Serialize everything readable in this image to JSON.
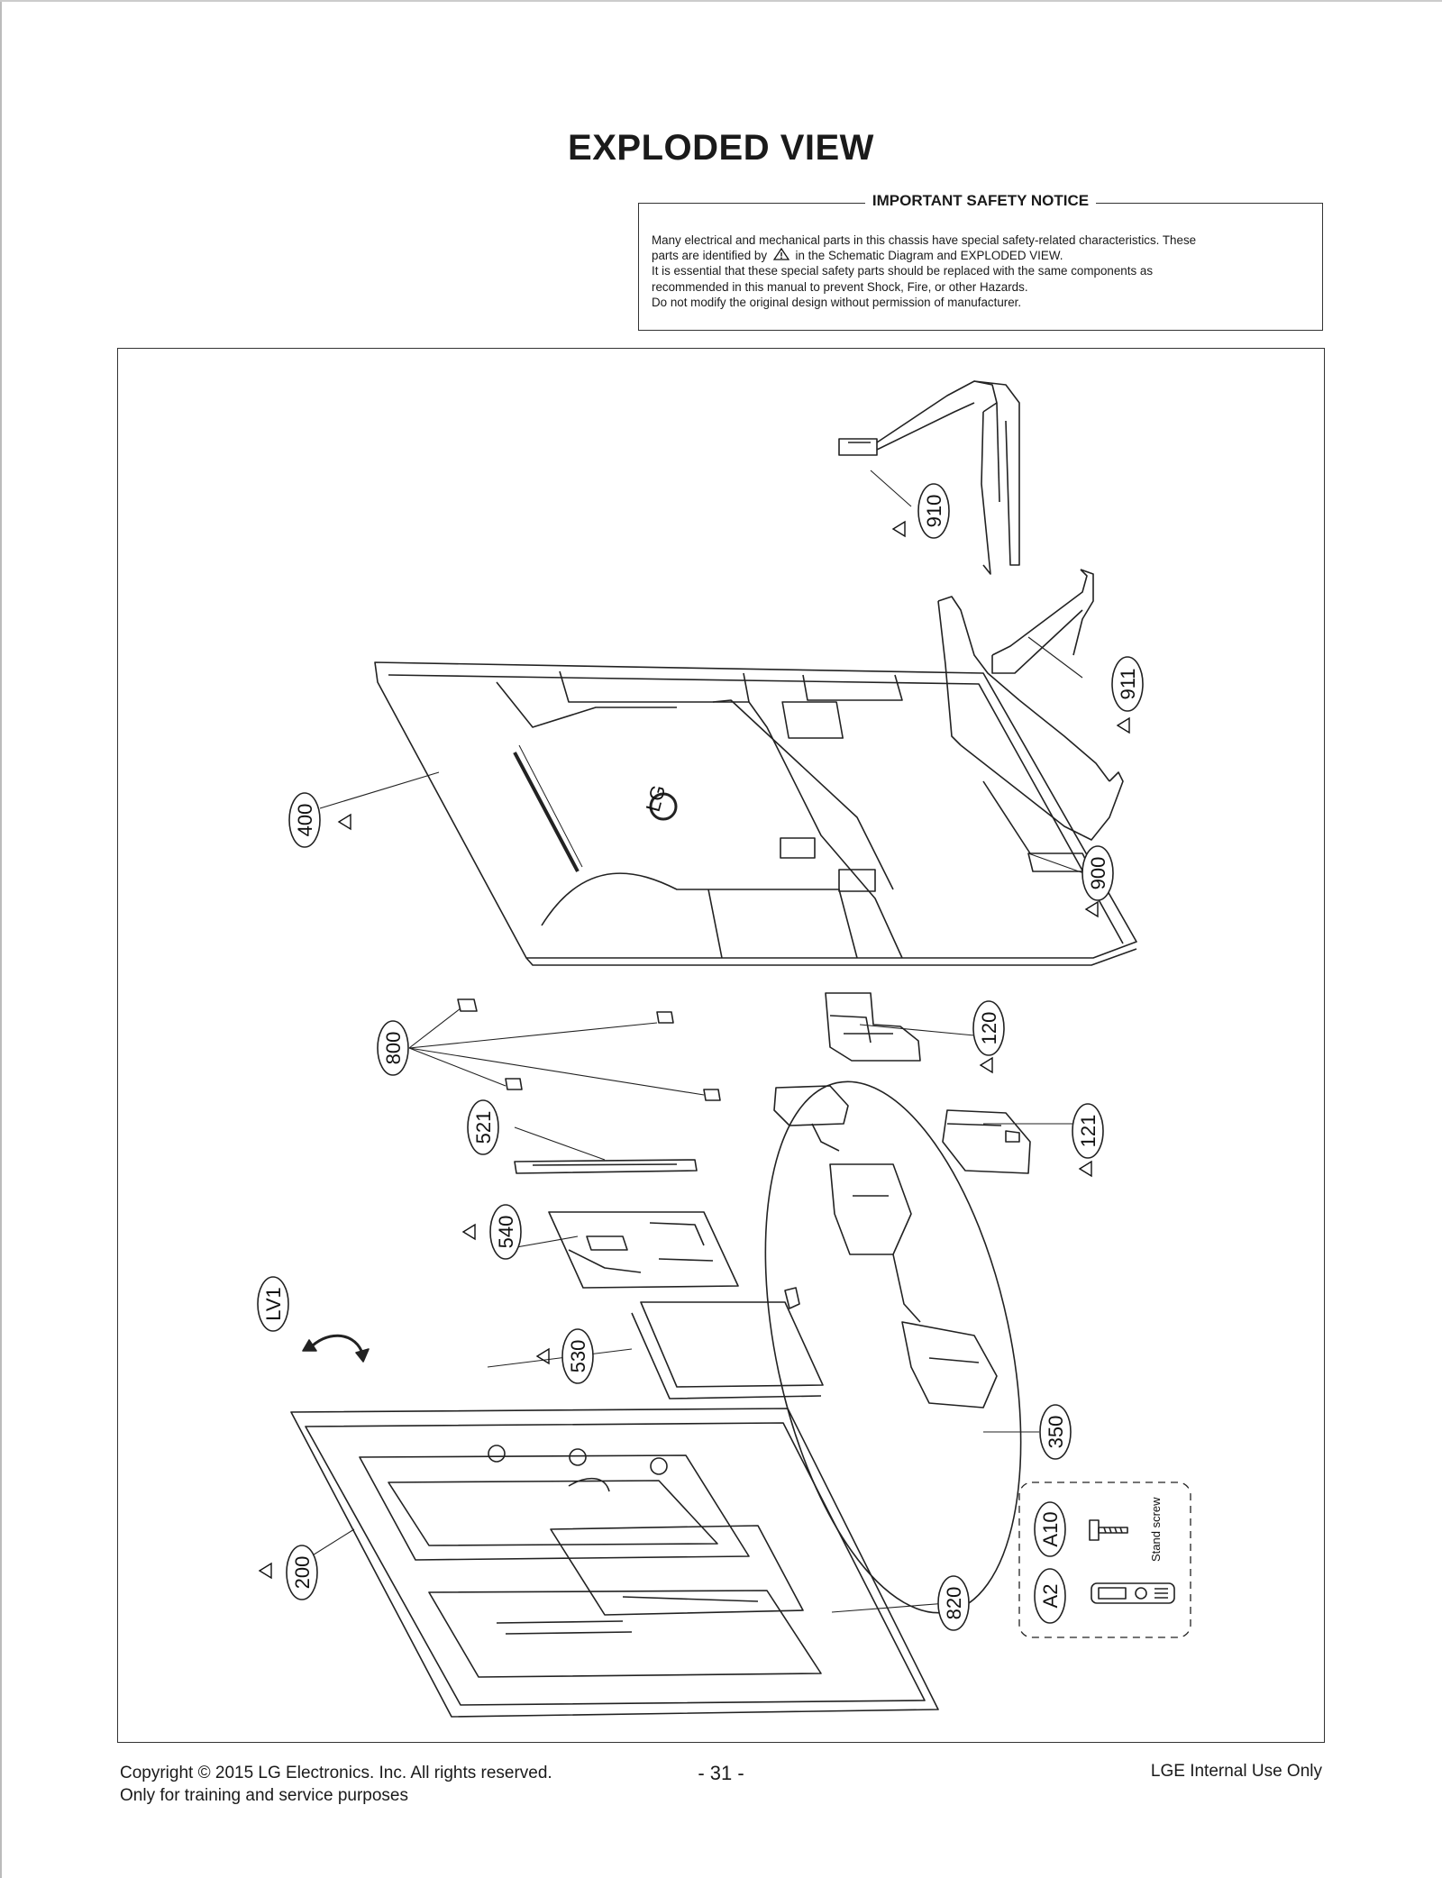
{
  "page_title": "EXPLODED VIEW",
  "safety_notice": {
    "heading": "IMPORTANT SAFETY NOTICE",
    "line1": "Many electrical and mechanical parts in this chassis have special safety-related characteristics. These",
    "line2a": "parts are identified by",
    "line2b": "in the Schematic Diagram and EXPLODED VIEW.",
    "line3": "It is essential that these special safety parts should be replaced with the same components as",
    "line4": "recommended in this manual to prevent Shock, Fire, or other Hazards.",
    "line5": "Do not modify the original design without permission of manufacturer."
  },
  "diagram": {
    "back_cover_logo": "LG",
    "accessory_note": "Stand screw",
    "parts": [
      {
        "id": "910",
        "safety": true
      },
      {
        "id": "911",
        "safety": true
      },
      {
        "id": "400",
        "safety": true
      },
      {
        "id": "900",
        "safety": true
      },
      {
        "id": "800",
        "safety": false
      },
      {
        "id": "120",
        "safety": true
      },
      {
        "id": "121",
        "safety": true
      },
      {
        "id": "521",
        "safety": false
      },
      {
        "id": "540",
        "safety": true
      },
      {
        "id": "LV1",
        "safety": false
      },
      {
        "id": "530",
        "safety": true
      },
      {
        "id": "350",
        "safety": false
      },
      {
        "id": "A10",
        "safety": false
      },
      {
        "id": "A2",
        "safety": false
      },
      {
        "id": "200",
        "safety": true
      },
      {
        "id": "820",
        "safety": false
      }
    ]
  },
  "footer": {
    "copyright": "Copyright  © 2015 LG Electronics. Inc. All rights reserved.",
    "purpose": "Only for training and service purposes",
    "page_number": "- 31 -",
    "internal": "LGE Internal Use Only"
  }
}
